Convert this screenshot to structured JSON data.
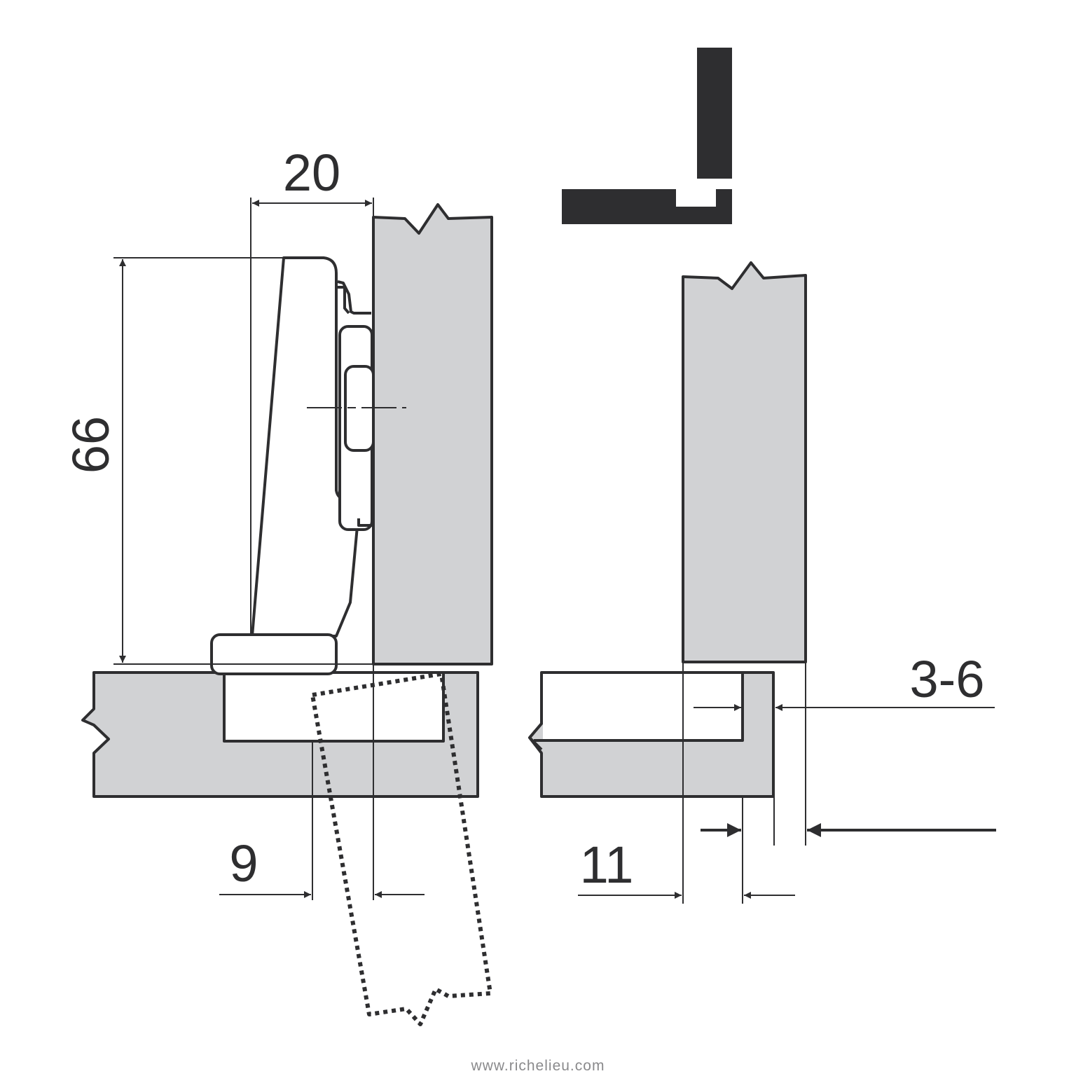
{
  "diagram": {
    "dimensions": {
      "hinge_depth": "20",
      "hinge_height": "66",
      "cup_offset": "9",
      "overlay": "3-6",
      "gap": "11"
    },
    "watermark": "www.richelieu.com",
    "colors": {
      "stroke": "#2e2e30",
      "panel_fill": "#d1d2d4",
      "icon_fill": "#2e2e30"
    }
  }
}
